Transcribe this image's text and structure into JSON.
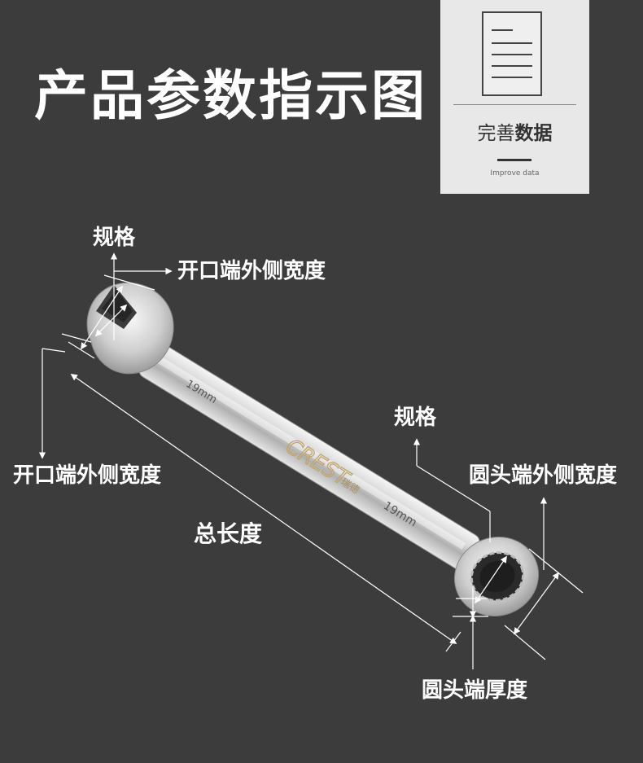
{
  "title": "产品参数指示图",
  "badge": {
    "title_prefix": "完善",
    "title_bold": "数据",
    "subtitle": "Improve data",
    "icon": "document-icon"
  },
  "labels": {
    "spec_top": "规格",
    "open_width_right": "开口端外侧宽度",
    "open_width_left": "开口端外侧宽度",
    "total_length": "总长度",
    "spec_ring": "规格",
    "ring_width": "圆头端外侧宽度",
    "ring_thickness": "圆头端厚度"
  },
  "wrench": {
    "brand": "CREST",
    "brand_cn": "瑞德",
    "size_open": "19mm",
    "size_ring": "19mm"
  },
  "colors": {
    "background": "#3c3c3c",
    "badge": "#e8e8e8",
    "text": "#ffffff"
  }
}
